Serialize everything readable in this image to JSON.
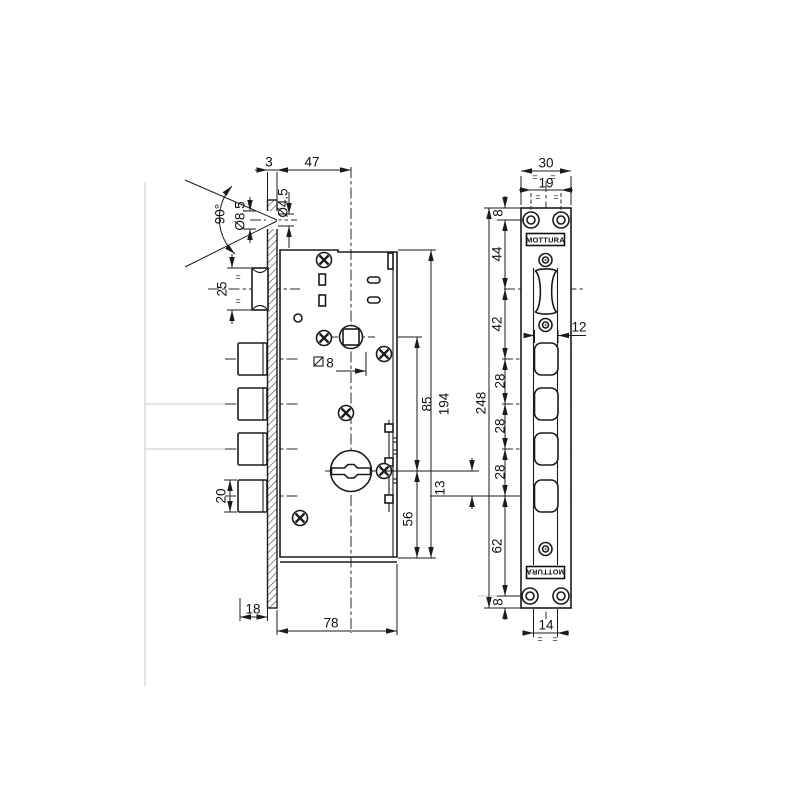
{
  "brand_label": "MOTTURA",
  "side_view": {
    "dim_plate_thickness": "3",
    "dim_backset": "47",
    "dim_countersink_angle": "90°",
    "dim_countersink_dia": "Ø8.5",
    "dim_hole_dia": "Ø4.5",
    "dim_latch_height": "25",
    "dim_bolt_height": "20",
    "dim_bolt_throw": "18",
    "dim_body_width": "78",
    "dim_follower_square": "8",
    "dim_follower_to_key": "85",
    "dim_body_height": "194",
    "dim_key_to_bottom": "56",
    "dim_key_to_bolt_axis": "13",
    "eq": "="
  },
  "front_view": {
    "dim_plate_width": "30",
    "dim_screw_spacing": "19",
    "dim_top_edge_to_screws": "8",
    "dim_screws_to_latch": "44",
    "dim_latch_to_bolt1": "42",
    "dim_bolt_pitch_1": "28",
    "dim_bolt_pitch_2": "28",
    "dim_bolt_pitch_3": "28",
    "dim_plate_length": "248",
    "dim_bolt_opening_width": "12",
    "dim_bolt4_to_screws": "62",
    "dim_screws_to_bottom_edge": "8",
    "dim_channel_width": "14",
    "eq": "="
  }
}
